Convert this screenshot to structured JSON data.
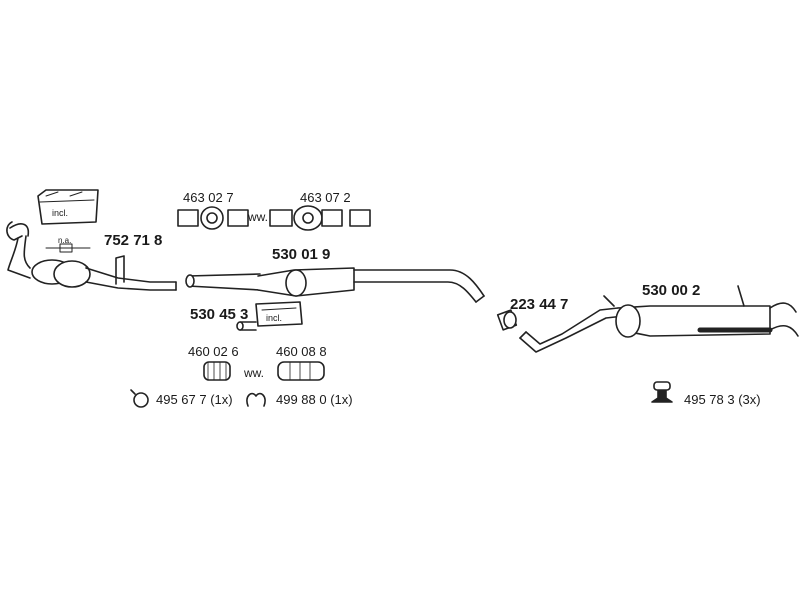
{
  "parts": {
    "p752718": "752 71 8",
    "p463027": "463 02 7",
    "p463072": "463 07 2",
    "p530019": "530 01 9",
    "p530453": "530 45 3",
    "p460026": "460 02 6",
    "p460088": "460 08 8",
    "p223447": "223 44 7",
    "p530002": "530 00 2"
  },
  "notes": {
    "incl_1": "incl.",
    "incl_2": "incl.",
    "na": "n.a.",
    "ww_1": "ww.",
    "ww_2": "ww."
  },
  "accessories": {
    "a495677": "495 67 7 (1x)",
    "a499880": "499 88 0 (1x)",
    "a495783": "495 78 3 (3x)"
  }
}
